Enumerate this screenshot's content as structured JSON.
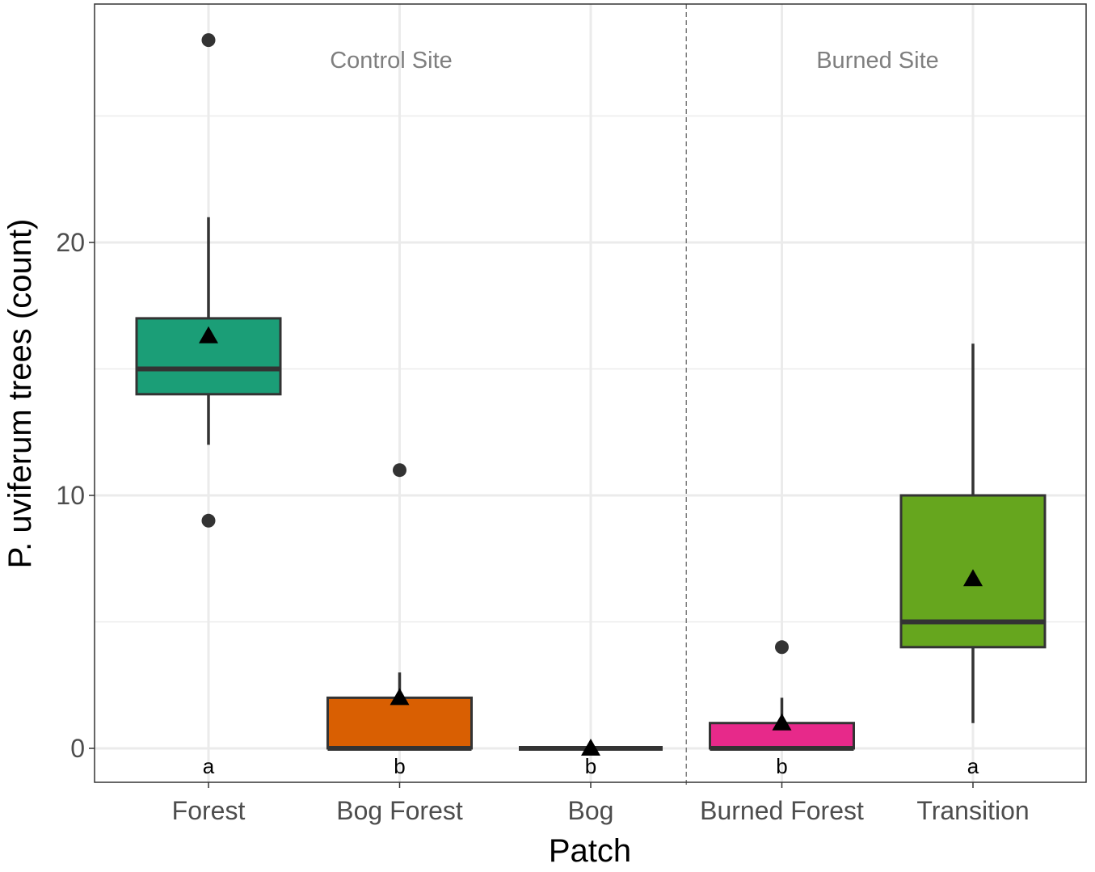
{
  "chart_data": {
    "type": "box",
    "xlabel": "Patch",
    "ylabel": "P. uviferum trees (count)",
    "ylim": [
      -1.4,
      29.7
    ],
    "y_ticks": [
      0,
      10,
      20
    ],
    "y_tick_labels": [
      "0",
      "10",
      "20"
    ],
    "grid": true,
    "categories": [
      "Forest",
      "Bog Forest",
      "Bog",
      "Burned Forest",
      "Transition"
    ],
    "colors": [
      "#1b9e77",
      "#d95f02",
      "#7f7f7f",
      "#e7298a",
      "#66a61e"
    ],
    "boxes": [
      {
        "category": "Forest",
        "whisker_low": 12,
        "q1": 14,
        "median": 15,
        "q3": 17,
        "whisker_high": 21,
        "mean": 16.3,
        "outliers": [
          9,
          28
        ],
        "letter": "a"
      },
      {
        "category": "Bog Forest",
        "whisker_low": 0,
        "q1": 0,
        "median": 0,
        "q3": 2,
        "whisker_high": 3,
        "mean": 2.0,
        "outliers": [
          11
        ],
        "letter": "b"
      },
      {
        "category": "Bog",
        "whisker_low": 0,
        "q1": 0,
        "median": 0,
        "q3": 0,
        "whisker_high": 0,
        "mean": 0.0,
        "outliers": [],
        "letter": "b"
      },
      {
        "category": "Burned Forest",
        "whisker_low": 0,
        "q1": 0,
        "median": 0,
        "q3": 1,
        "whisker_high": 2,
        "mean": 1.0,
        "outliers": [
          4
        ],
        "letter": "b"
      },
      {
        "category": "Transition",
        "whisker_low": 1,
        "q1": 4,
        "median": 5,
        "q3": 10,
        "whisker_high": 16,
        "mean": 6.7,
        "outliers": [],
        "letter": "a"
      }
    ],
    "site_labels": [
      "Control Site",
      "Burned Site"
    ],
    "site_divider_after": "Bog"
  }
}
